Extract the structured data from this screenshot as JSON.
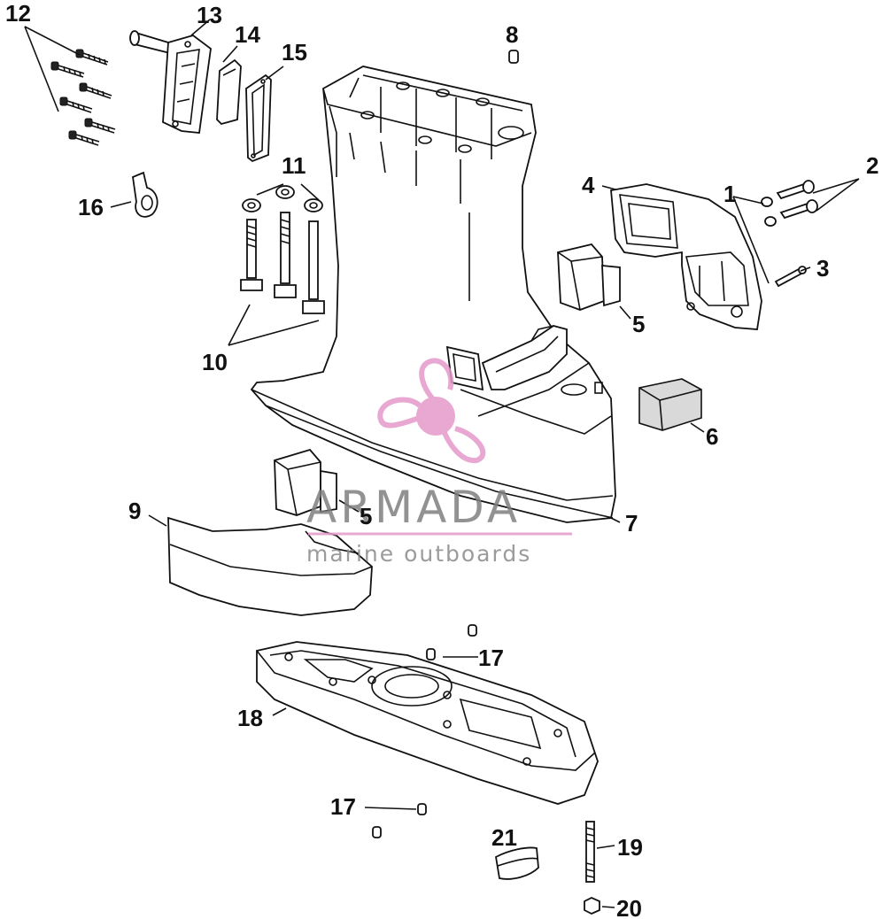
{
  "callouts": {
    "c1": "1",
    "c2": "2",
    "c3": "3",
    "c4": "4",
    "c5a": "5",
    "c5b": "5",
    "c6": "6",
    "c7": "7",
    "c8": "8",
    "c9": "9",
    "c10": "10",
    "c11": "11",
    "c12": "12",
    "c13": "13",
    "c14": "14",
    "c15": "15",
    "c16": "16",
    "c17a": "17",
    "c17b": "17",
    "c18": "18",
    "c19": "19",
    "c20": "20",
    "c21": "21"
  },
  "watermark": {
    "brand": "ARMADA",
    "tagline": "marine outboards",
    "logo_color": "#e59acb",
    "text_color": "#7f7f7f"
  }
}
